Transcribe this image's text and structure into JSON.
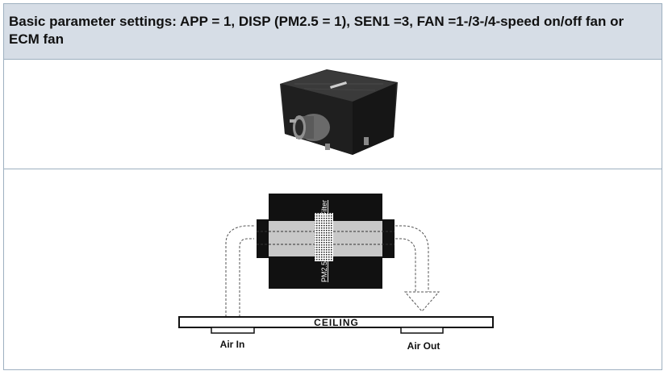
{
  "header": {
    "text": "Basic parameter settings: APP = 1, DISP (PM2.5 = 1), SEN1 =3, FAN =1-/3-/4-speed on/off fan or ECM fan"
  },
  "photo": {
    "icons": [
      "fan-box-device-icon"
    ]
  },
  "diagram": {
    "filter_label": "Filter",
    "sensor_label": "PM2.5",
    "ceiling_label": "CEILING",
    "air_in_label": "Air In",
    "air_out_label": "Air Out"
  }
}
